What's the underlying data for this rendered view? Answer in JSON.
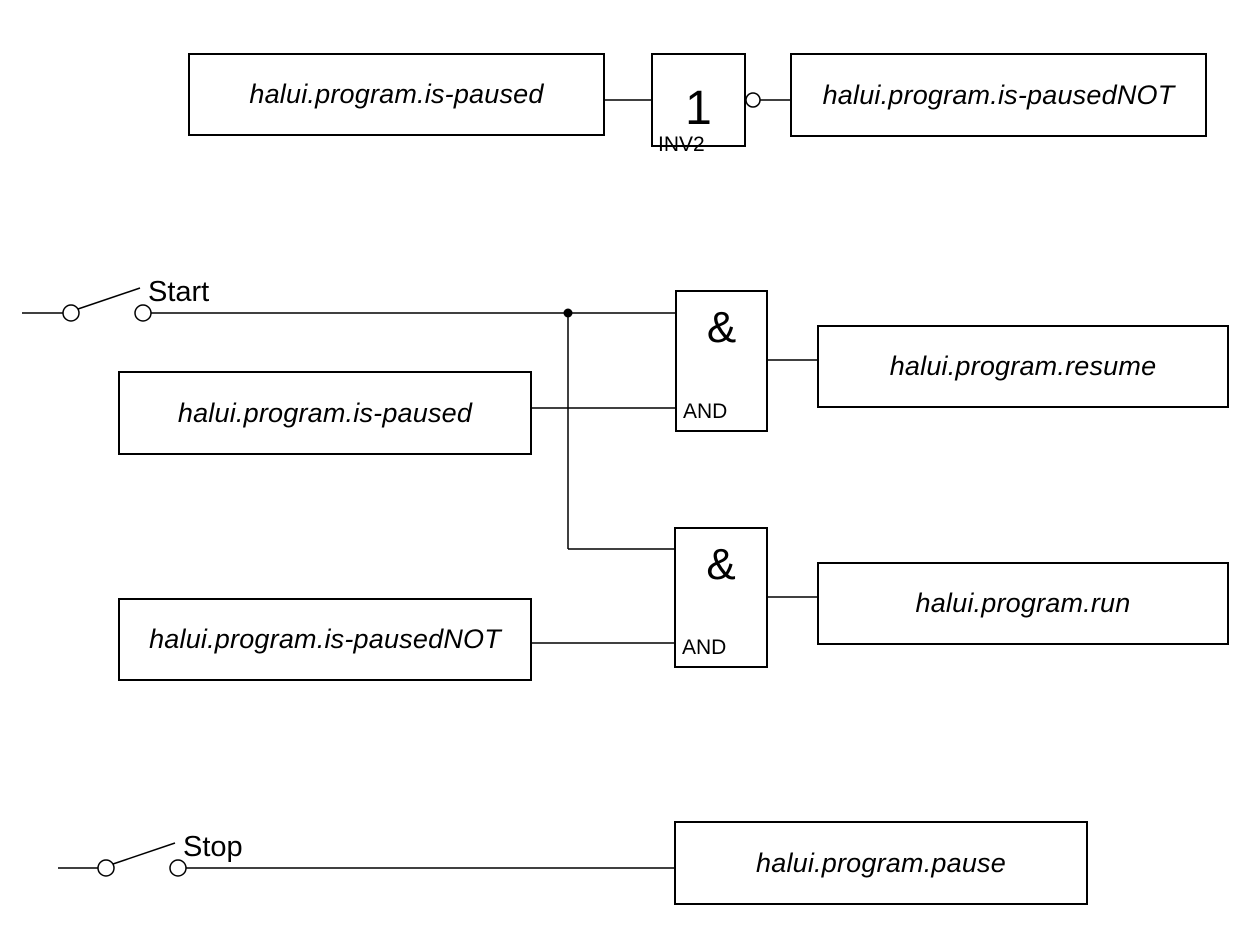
{
  "colors": {
    "stroke": "#000000",
    "background": "#ffffff",
    "text": "#000000"
  },
  "top_section": {
    "input_box": "halui.program.is-paused",
    "inverter_gate": {
      "symbol": "1",
      "type_label": "INV2"
    },
    "output_box": "halui.program.is-pausedNOT"
  },
  "middle_section": {
    "start_switch": {
      "label": "Start"
    },
    "is_paused_box": "halui.program.is-paused",
    "and_gate_resume": {
      "symbol": "&",
      "type_label": "AND"
    },
    "resume_box": "halui.program.resume",
    "is_paused_not_box": "halui.program.is-pausedNOT",
    "and_gate_run": {
      "symbol": "&",
      "type_label": "AND"
    },
    "run_box": "halui.program.run"
  },
  "bottom_section": {
    "stop_switch": {
      "label": "Stop"
    },
    "pause_box": "halui.program.pause"
  }
}
